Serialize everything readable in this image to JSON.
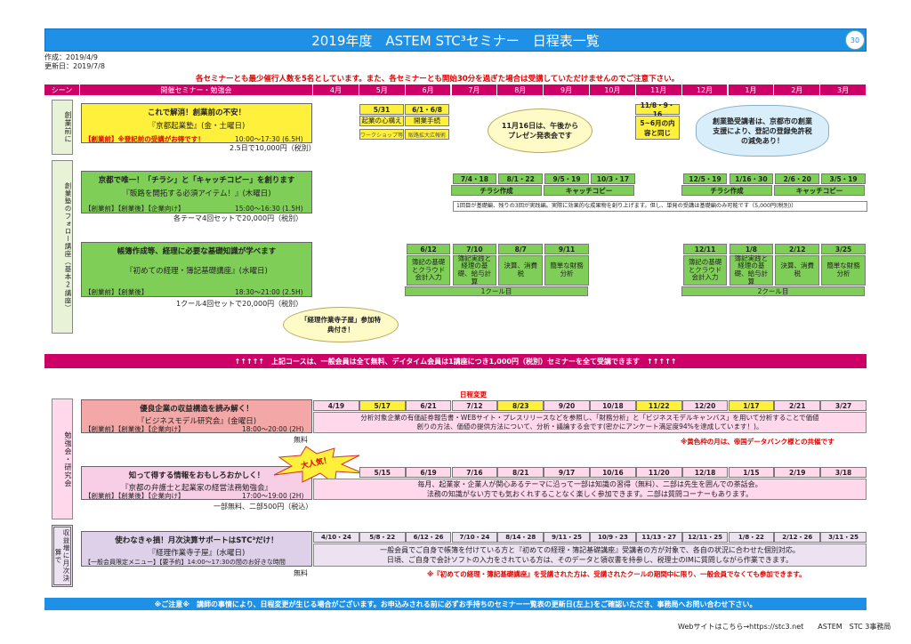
{
  "title": {
    "text": "2019年度　ASTEM STC³セミナー　日程表一覧"
  },
  "logo": {
    "text": "30"
  },
  "meta": {
    "created": "作成：2019/4/9",
    "updated": "更新日：2019/7/8"
  },
  "notice": "各セミナーとも最少催行人数を5名としています。また、各セミナーとも開始30分を過ぎた場合は受講していただけませんのでご注意下さい。",
  "header": {
    "scene": "シーン",
    "seminar": "開催セミナー・勉強会",
    "months": [
      "4月",
      "5月",
      "6月",
      "7月",
      "8月",
      "9月",
      "10月",
      "11月",
      "12月",
      "1月",
      "2月",
      "3月"
    ]
  },
  "scenes": {
    "startup": "創業前に",
    "follow": "創業塾のフォロー講座（基本2講座）",
    "study": "勉強会・研究会",
    "monthly": "収益増に月次決算で"
  },
  "r1": {
    "title": "これで解消！創業前の不安！",
    "name": "『京都起業塾』(金・土曜日)",
    "tag": "【創業前】※登記前の受講がお得です！",
    "time": "10:00～17:30 (6.5H)",
    "price": "2.5日で10,000円（税別）",
    "d1": "5/31",
    "d2": "6/1・6/8",
    "s1": "起業の心構え",
    "s2": "開業手続",
    "s3": "ワークショップ等",
    "s4": "販路拡大広報術",
    "d3": "11/8・9・16",
    "s5": "5~6月の内容と同じ",
    "bubble1": "11月16日は、午後からプレゼン発表会です",
    "bubble2": "創業塾受講者は、京都市の創業支援により、登記の登録免許税の減免あり！"
  },
  "r2": {
    "title": "京都で唯一！「チラシ」と「キャッチコピー」を創ります",
    "name": "『販路を開拓する必須アイテム！』(木曜日)",
    "tag": "【創業前】【創業後】【企業向け】",
    "time": "15:00～16:30 (1.5H)",
    "price": "各テーマ4回セットで20,000円（税別）",
    "dates": [
      "7/4・18",
      "8/1・22",
      "9/5・19",
      "10/3・17",
      "12/5・19",
      "1/16・30",
      "2/6・20",
      "3/5・19"
    ],
    "l1": "チラシ作成",
    "l2": "キャッチコピー",
    "l3": "チラシ作成",
    "l4": "キャッチコピー",
    "note": "1回目が基礎編、残りの3回が実践編。実際に効果的な成果物を創り上げます。但し、単発の受講は基礎編のみ可能です（5,000円(税別)）"
  },
  "r3": {
    "title": "帳簿作成等、経理に必要な基礎知識が学べます",
    "name": "『初めての経理・簿記基礎講座』(水曜日)",
    "tag": "【創業前】【創業後】",
    "time": "18:30～21:00 (2.5H)",
    "price": "1クール4回セットで20,000円（税別）",
    "dates": [
      "6/12",
      "7/10",
      "8/7",
      "9/11",
      "12/11",
      "1/8",
      "2/12",
      "3/25"
    ],
    "topics": [
      "簿記の基礎とクラウド会計入力",
      "簿記実践と経理の基礎、給与計算",
      "決算、消費税",
      "簡単な財務分析",
      "簿記の基礎とクラウド会計入力",
      "簿記実践と経理の基礎、給与計算",
      "決算、消費税",
      "簡単な財務分析"
    ],
    "c1": "1クール目",
    "c2": "2クール目",
    "bubble": "「経理作業寺子屋」参加特典付き！"
  },
  "bar": "↑↑↑↑↑　上記コースは、一般会員は全て無料、デイタイム会員は1講座につき1,000円（税別）セミナーを全て受講できます　↑↑↑↑↑",
  "change": "日程変更",
  "r4": {
    "title": "優良企業の収益構造を読み解く！",
    "name": "『ビジネスモデル研究会』(金曜日)",
    "tag": "【創業前】【創業後】【企業向け】",
    "time": "18:00～20:00 (2H)",
    "price": "無料",
    "dates": [
      "4/19",
      "5/17",
      "6/21",
      "7/12",
      "8/23",
      "9/20",
      "10/18",
      "11/22",
      "12/20",
      "1/17",
      "2/21",
      "3/27"
    ],
    "note": "分析対象企業の有価証券報告書・WEBサイト・プレスリリースなどを参照し、「財務分析」と「ビジネスモデルキャンバス」を用いて分析することで価値創りの方法、価値の提供方法について、分析・議論する会です(密かにアンケート満足度94%を達成しています！)。",
    "footnote": "※黄色枠の月は、帝国データバンク様との共催です"
  },
  "r5": {
    "title": "知って得する情報をおもしろおかしく！",
    "name": "『京都の弁護士と起業家の経営法務勉強会』",
    "tag": "【創業前】【創業後】【企業向け】",
    "time": "17:00～19:00 (2H)",
    "price": "一部無料、二部500円（税込）",
    "star": "大人気！",
    "dates": [
      "5/15",
      "6/19",
      "7/16",
      "8/21",
      "9/17",
      "10/16",
      "11/20",
      "12/18",
      "1/15",
      "2/19",
      "3/18"
    ],
    "note1": "毎月、起業家・企業人が関心あるテーマに沿って一部は知識の習得（無料）、二部は先生を囲んでの茶話会。",
    "note2": "法務の知識がない方でも気おくれすることなく楽しく参加できます。二部は質問コーナーもあります。"
  },
  "r6": {
    "title": "使わなきゃ損！月次決算サポートはSTC³だけ！",
    "name": "『経理作業寺子屋』(水曜日)",
    "tag": "【一般会員限定メニュー】【要予約】14:00～17:30の間のお好きな時間",
    "price": "無料",
    "dates": [
      "4/10・24",
      "5/8・22",
      "6/12・26",
      "7/10・24",
      "8/14・28",
      "9/11・25",
      "10/9・23",
      "11/13・27",
      "12/11・25",
      "1/8・22",
      "2/12・26",
      "3/11・25"
    ],
    "note1": "一般会員でご自身で帳簿を付けている方と『初めての経理・簿記基礎講座』受講者の方が対象で、各自の状況に合わせた個別対応。",
    "note2": "日頃、ご自身で会計ソフトの入力をされている方は、そのデータと領収書を持参し、税理士のIMに質問しながら作業できます。",
    "footnote": "※『初めての経理・簿記基礎講座』を受講された方は、受講されたクールの期間中に限り、一般会員でなくても参加できます。"
  },
  "bottom": "※ご注意※　講師の事情により、日程変更が生じる場合がございます。お申込みされる前に必ずお手持ちのセミナー一覧表の更新日(左上)をご確認いただき、事務局へお問い合わせ下さい。",
  "footer": "Webサイトはこちら→https://stc3.net　　ASTEM　STC 3事務局"
}
